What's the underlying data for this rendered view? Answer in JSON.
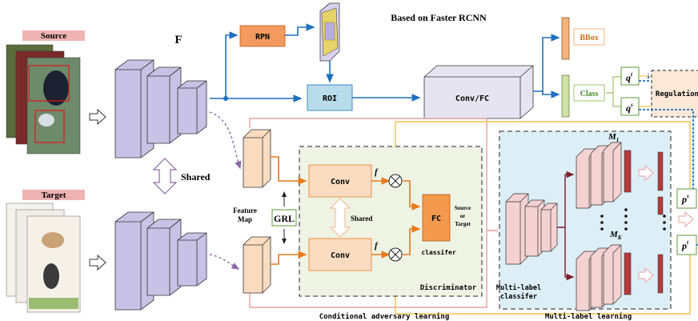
{
  "header": {
    "title": "Based on Faster RCNN"
  },
  "domains": {
    "source": "Source",
    "target": "Target",
    "shared": "Shared"
  },
  "backbone": {
    "label": "F"
  },
  "detector": {
    "rpn": "RPN",
    "roi": "ROI",
    "convfc": "Conv/FC",
    "bbox": "BBox",
    "class": "Class",
    "regulation": "Regulation",
    "q_t": "q",
    "q_t_sup": "t",
    "q_s": "q",
    "q_s_sup": "s"
  },
  "adversarial": {
    "feature_map": [
      "Feature",
      "Map"
    ],
    "grl": "GRL",
    "conv_top": "Conv",
    "conv_bottom": "Conv",
    "f_top": "f",
    "f_bottom": "f",
    "shared": "Shared",
    "fc": "FC",
    "source_or_target": [
      "Source",
      "or",
      "Target"
    ],
    "classifier": "classifer",
    "discriminator": "Discriminator",
    "caption": "Conditional adversary learning"
  },
  "multilabel": {
    "m1": "M",
    "m1_sub": "1",
    "mk": "M",
    "mk_sub": "K",
    "classifier": [
      "Multi-label",
      "classifer"
    ],
    "caption": "Multi-label learning",
    "p_s": "p",
    "p_s_sup": "s",
    "p_t": "p",
    "p_t_sup": "t"
  },
  "colors": {
    "blue_flow": "#1f6fbf",
    "orange_flow": "#e87b1e",
    "pink_flow": "#e8a0a0",
    "yellow_flow": "#f2c048",
    "purple_block": "#c8c2e6",
    "peach_block": "#fbdcc0",
    "teal_box": "#b9dcea",
    "bg_blue": "#ddeef6",
    "bg_green": "#eef3e4",
    "dark_red": "#7a1f2a"
  }
}
